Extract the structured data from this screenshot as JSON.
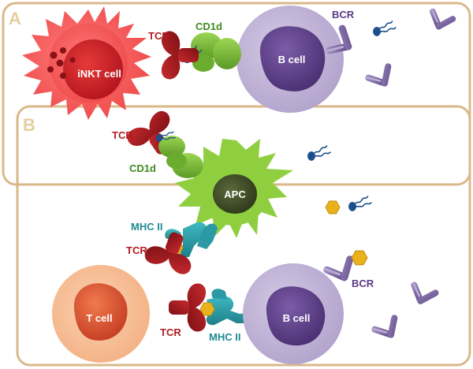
{
  "panels": [
    {
      "label": "A"
    },
    {
      "label": "B"
    }
  ],
  "cells": {
    "inkt": "iNKT cell",
    "b_cell_top": "B cell",
    "apc": "APC",
    "t_cell": "T cell",
    "b_cell_bottom": "B cell"
  },
  "receptors": {
    "tcr": "TCR",
    "cd1d": "CD1d",
    "bcr": "BCR",
    "mhc2": "MHC II"
  },
  "colors": {
    "panel_border": "#d9b98a",
    "panel_label": "#e6cf9f",
    "inkt_outer": "#f25a5a",
    "inkt_inner": "#d4232b",
    "b_cell_outer": "#c3b6d6",
    "b_cell_inner": "#5c3f88",
    "apc_outer": "#8fcf3f",
    "apc_inner": "#3c4a25",
    "t_cell_outer": "#f7c39c",
    "t_cell_inner": "#e0543a",
    "tcr": "#a8191f",
    "cd1d": "#7fbf3a",
    "mhc2": "#2fa3ad",
    "bcr": "#7d68a2",
    "antigen": "#e9b21c",
    "lipid": "#1d4f8c",
    "text_red": "#b11c22",
    "text_green": "#3f8a1f",
    "text_teal": "#1f8b93",
    "text_purple": "#5a3a86"
  }
}
